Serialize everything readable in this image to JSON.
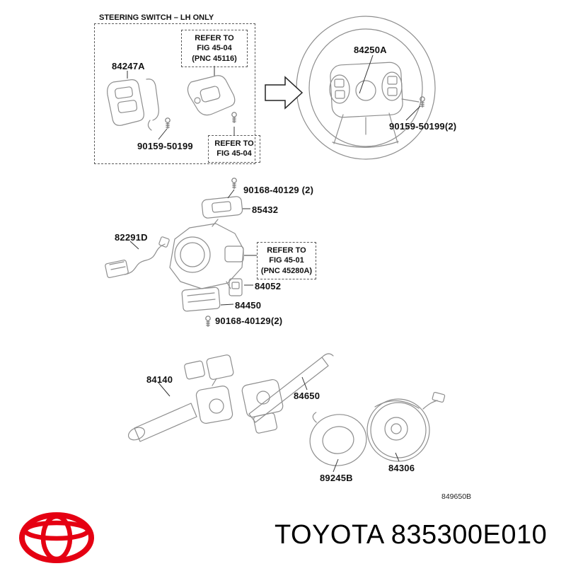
{
  "region": {
    "title": "STEERING SWITCH – LH ONLY"
  },
  "refer_boxes": {
    "fig4504_full": {
      "lines": [
        "REFER TO",
        "FIG 45-04",
        "(PNC 45116)"
      ]
    },
    "fig4504_short": {
      "lines": [
        "REFER TO",
        "FIG 45-04"
      ]
    },
    "fig4501": {
      "lines": [
        "REFER TO",
        "FIG 45-01",
        "(PNC 45280A)"
      ]
    }
  },
  "part_labels": {
    "switch_lh": "84247A",
    "screw_lh": "90159-50199",
    "wheel_switch": "84250A",
    "screw_wheel": "90159-50199(2)",
    "screw_upper": "90168-40129 (2)",
    "bracket": "85432",
    "wire": "82291D",
    "switch_small": "84052",
    "switch_lower": "84450",
    "screw_lower": "90168-40129(2)",
    "lever_light": "84140",
    "lever_wiper": "84650",
    "sensor_ring": "89245B",
    "clock_spring": "84306"
  },
  "diagram_code": "849650B",
  "footer": {
    "brand": "TOYOTA",
    "part_number": "835300E010",
    "logo_color": "#e50012"
  }
}
